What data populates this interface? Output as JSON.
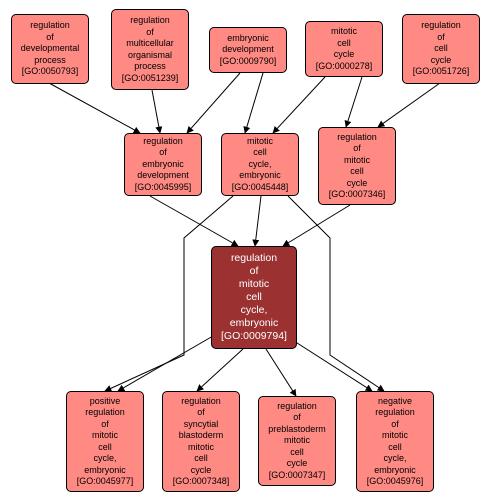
{
  "nodes": [
    {
      "id": "n1",
      "label": "regulation\nof\ndevelopmental\nprocess\n[GO:0050793]"
    },
    {
      "id": "n2",
      "label": "regulation\nof\nmulticellular\norganismal\nprocess\n[GO:0051239]"
    },
    {
      "id": "n3",
      "label": "embryonic\ndevelopment\n[GO:0009790]"
    },
    {
      "id": "n4",
      "label": "mitotic\ncell\ncycle\n[GO:0000278]"
    },
    {
      "id": "n5",
      "label": "regulation\nof\ncell\ncycle\n[GO:0051726]"
    },
    {
      "id": "n6",
      "label": "regulation\nof\nembryonic\ndevelopment\n[GO:0045995]"
    },
    {
      "id": "n7",
      "label": "mitotic\ncell\ncycle,\nembryonic\n[GO:0045448]"
    },
    {
      "id": "n8",
      "label": "regulation\nof\nmitotic\ncell\ncycle\n[GO:0007346]"
    },
    {
      "id": "n9",
      "label": "regulation\nof\nmitotic\ncell\ncycle,\nembryonic\n[GO:0009794]"
    },
    {
      "id": "n10",
      "label": "positive\nregulation\nof\nmitotic\ncell\ncycle,\nembryonic\n[GO:0045977]"
    },
    {
      "id": "n11",
      "label": "regulation\nof\nsyncytial\nblastoderm\nmitotic\ncell\ncycle\n[GO:0007348]"
    },
    {
      "id": "n12",
      "label": "regulation\nof\npreblastoderm\nmitotic\ncell\ncycle\n[GO:0007347]"
    },
    {
      "id": "n13",
      "label": "negative\nregulation\nof\nmitotic\ncell\ncycle,\nembryonic\n[GO:0045976]"
    }
  ],
  "colors": {
    "node_fill": "#ff8a84",
    "focus_fill": "#9b3131",
    "edge": "#000000"
  }
}
